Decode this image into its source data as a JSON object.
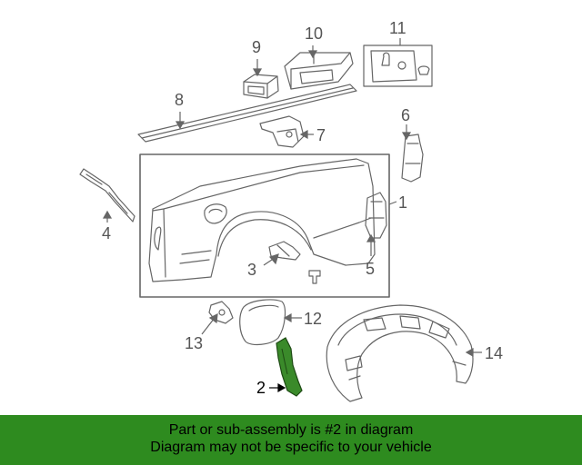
{
  "callouts": {
    "n1": "1",
    "n2": "2",
    "n3": "3",
    "n4": "4",
    "n5": "5",
    "n6": "6",
    "n7": "7",
    "n8": "8",
    "n9": "9",
    "n10": "10",
    "n11": "11",
    "n12": "12",
    "n13": "13",
    "n14": "14"
  },
  "banner": {
    "line1": "Part or sub-assembly is #2 in diagram",
    "line2": "Diagram may not be specific to your vehicle"
  },
  "colors": {
    "banner_bg": "#2e8b1f",
    "highlight_part": "#3a8a2a",
    "line": "#666666"
  }
}
